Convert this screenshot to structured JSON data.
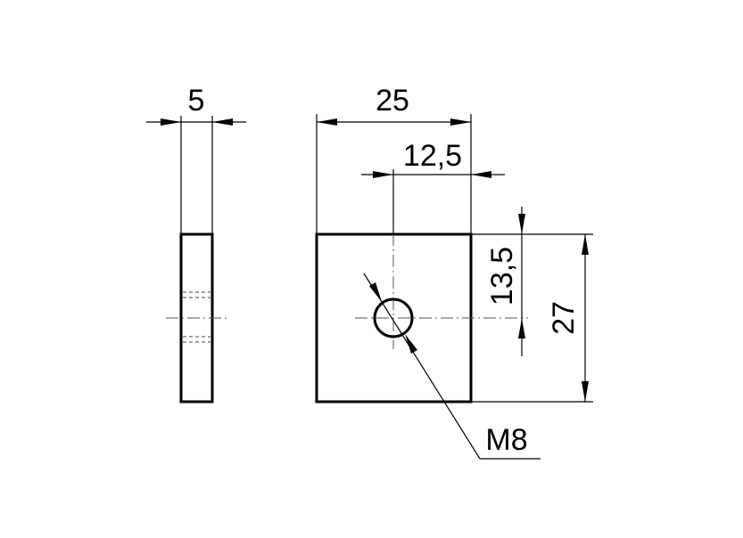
{
  "drawing": {
    "side_view": {
      "thickness_label": "5"
    },
    "front_view": {
      "width_label": "25",
      "hole_offset_x_label": "12,5",
      "hole_offset_y_label": "13,5",
      "height_label": "27",
      "thread_label": "M8"
    }
  }
}
